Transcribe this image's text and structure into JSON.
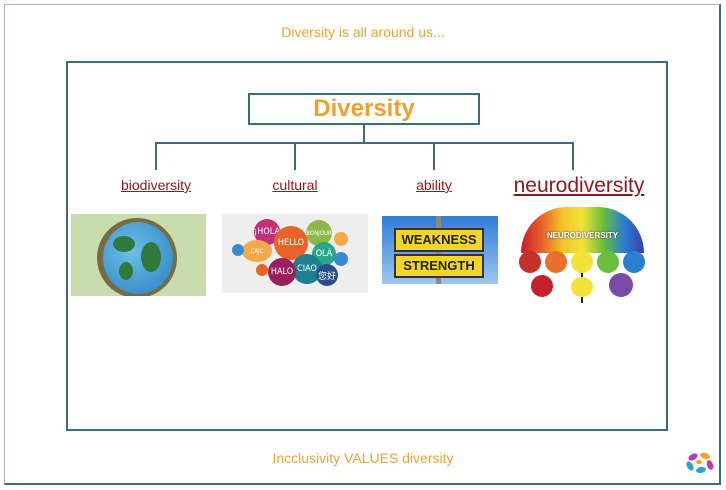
{
  "header": {
    "title": "Diversity is all around us..."
  },
  "footer": {
    "title": "Incclusivity VALUES diversity"
  },
  "diagram": {
    "root": "Diversity",
    "branches": [
      {
        "label": "biodiversity"
      },
      {
        "label": "cultural"
      },
      {
        "label": "ability"
      },
      {
        "label": "neurodiversity"
      }
    ],
    "images": {
      "cultural_words": [
        "¡HOLA",
        "HELLO",
        "BONJOUR",
        "OLÁ",
        "CIAO",
        "HALO",
        "您好",
        "CAJC"
      ],
      "ability_signs": [
        "WEAKNESS",
        "STRENGTH"
      ],
      "neuro_label": "NEURODIVERSITY"
    }
  },
  "colors": {
    "accent": "#e8a33a",
    "border": "#3d6a7a",
    "link": "#8b1a1a"
  }
}
